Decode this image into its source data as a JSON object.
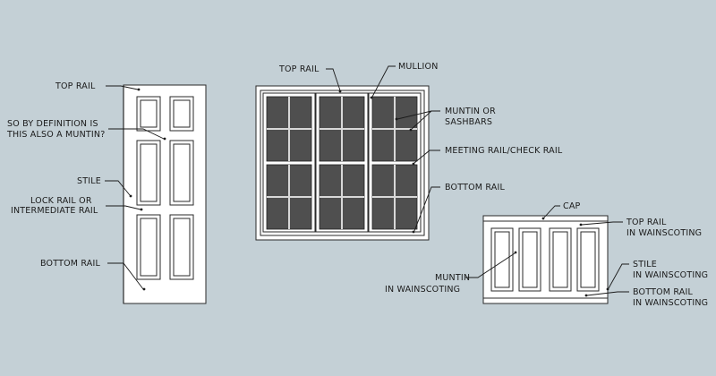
{
  "door": {
    "labels": {
      "top_rail": "TOP RAIL",
      "so_by_definition_1": "SO BY DEFINITION IS",
      "so_by_definition_2": "THIS ALSO A MUNTIN?",
      "stile": "STILE",
      "lock_rail_1": "LOCK RAIL OR",
      "lock_rail_2": "INTERMEDIATE RAIL",
      "bottom_rail": "BOTTOM RAIL"
    }
  },
  "window": {
    "labels": {
      "top_rail": "TOP RAIL",
      "mullion": "MULLION",
      "muntin_1": "MUNTIN OR",
      "muntin_2": "SASHBARS",
      "meeting_rail": "MEETING RAIL/CHECK RAIL",
      "bottom_rail": "BOTTOM RAIL"
    }
  },
  "wainscoting": {
    "labels": {
      "cap": "CAP",
      "top_rail_1": "TOP RAIL",
      "top_rail_2": "IN WAINSCOTING",
      "muntin_1": "MUNTIN",
      "muntin_2": "IN WAINSCOTING",
      "stile_1": "STILE",
      "stile_2": "IN WAINSCOTING",
      "bottom_rail_1": "BOTTOM RAIL",
      "bottom_rail_2": "IN WAINSCOTING"
    }
  },
  "colors": {
    "background": "#c4d0d6",
    "glass": "#4f4f4f",
    "line": "#1a1a1a"
  }
}
